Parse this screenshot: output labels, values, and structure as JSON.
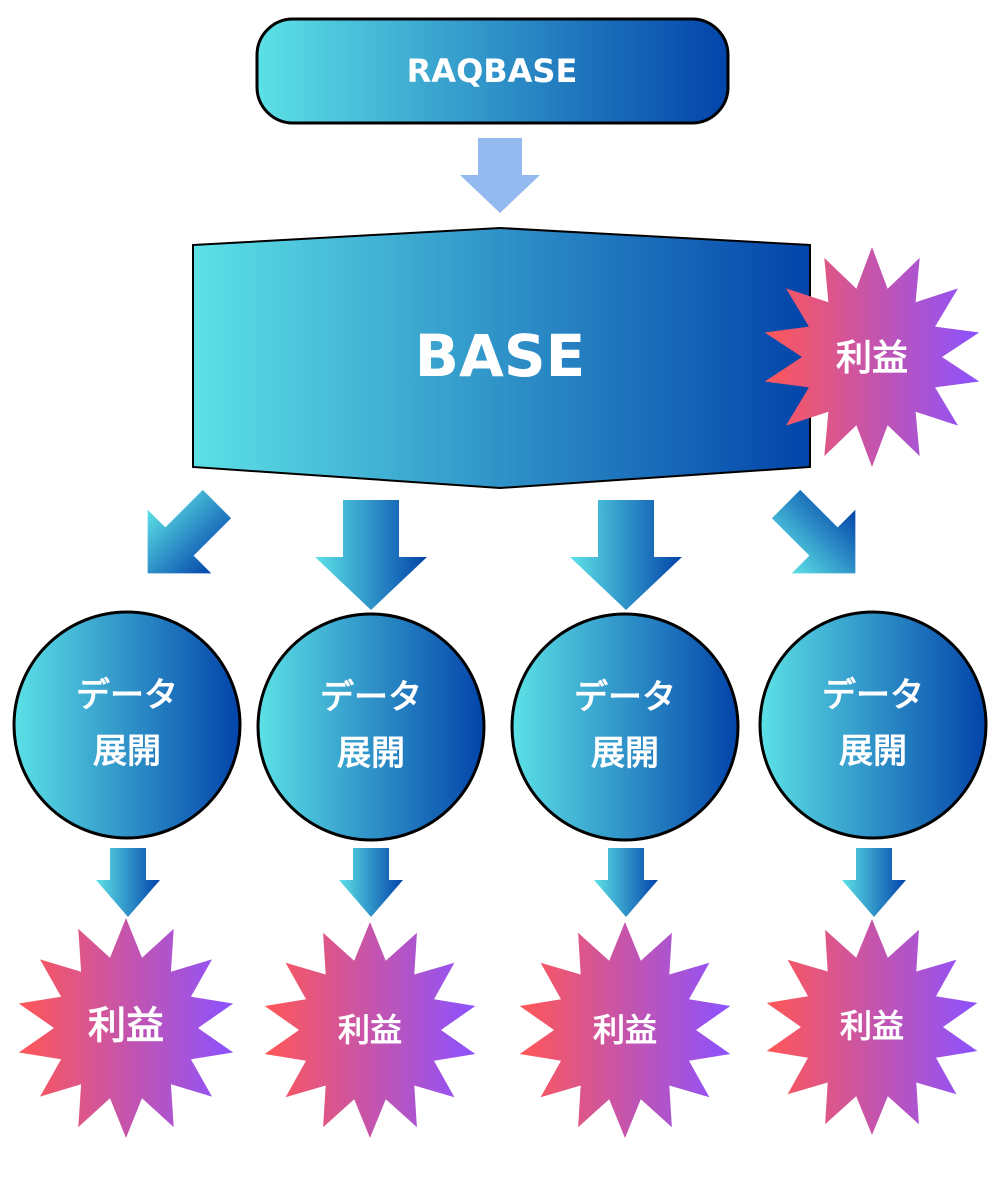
{
  "top_node": {
    "label": "RAQBASE"
  },
  "base_node": {
    "label": "BASE"
  },
  "base_profit": {
    "label": "利益"
  },
  "branches": [
    {
      "line1": "データ",
      "line2": "展開",
      "profit": "利益"
    },
    {
      "line1": "データ",
      "line2": "展開",
      "profit": "利益"
    },
    {
      "line1": "データ",
      "line2": "展開",
      "profit": "利益"
    },
    {
      "line1": "データ",
      "line2": "展開",
      "profit": "利益"
    }
  ],
  "colors": {
    "blue_light": "#5ce1e6",
    "blue_dark": "#0344aa",
    "arrow_pale": "#94b9ef",
    "profit_left": "#ff5757",
    "profit_right": "#8c52ff"
  }
}
